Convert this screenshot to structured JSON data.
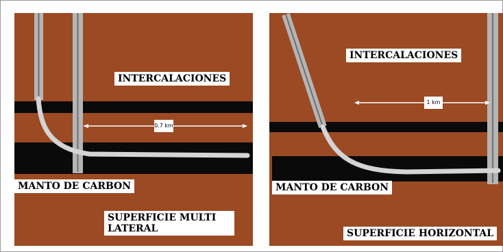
{
  "left_panel": {
    "interbeds_label": "INTERCALACIONES",
    "coal_seam_label": "MANTO DE CARBON",
    "surface_label": "SUPERFICIE MULTI\nLATERAL",
    "distance_label": "0.7 km"
  },
  "right_panel": {
    "interbeds_label": "INTERCALACIONES",
    "coal_seam_label": "MANTO DE CARBON",
    "surface_label": "SUPERFICIE HORIZONTAL",
    "distance_label": "1 km"
  },
  "colors": {
    "rock": "#9b4a23",
    "coal": "#0a0a0a",
    "well_casing": "#b5b5b5",
    "well_core": "#707070",
    "lateral": "#d4d4d4",
    "label_background": "#ffffff"
  }
}
